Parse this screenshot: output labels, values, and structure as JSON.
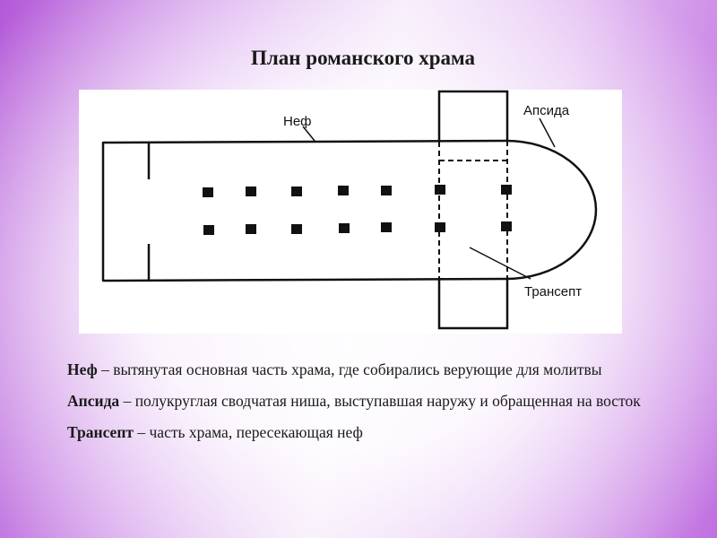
{
  "title": "План романского храма",
  "diagram": {
    "labels": {
      "nave": "Неф",
      "apse": "Апсида",
      "transept": "Трансепт"
    },
    "colors": {
      "line": "#111111",
      "pillar": "#111111",
      "panel": "#ffffff"
    }
  },
  "definitions": [
    {
      "term": "Неф",
      "text": " – вытянутая основная часть храма, где собирались верующие для молитвы"
    },
    {
      "term": "Апсида",
      "text": " – полукруглая сводчатая ниша, выступавшая наружу и обращенная на восток"
    },
    {
      "term": "Трансепт",
      "text": " – часть храма, пересекающая неф"
    }
  ]
}
